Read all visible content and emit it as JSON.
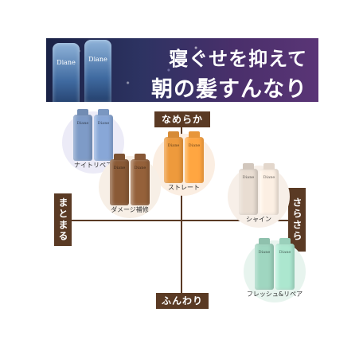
{
  "banner": {
    "line1": "寝ぐせを抑えて",
    "line2": "朝の髪すんなり",
    "bottle_brand": "Diane"
  },
  "axes": {
    "top": "なめらか",
    "bottom": "ふんわり",
    "left": "まとまる",
    "right": "さらさら"
  },
  "products": [
    {
      "name": "ナイトリペア",
      "circle_color": "#ecebf7",
      "bottle_color": "#7e9bc7",
      "brand": "Diane"
    },
    {
      "name": "ストレート",
      "circle_color": "#fbeee2",
      "bottle_color": "#ee9a3c",
      "brand": "Diane"
    },
    {
      "name": "ダメージ補修",
      "circle_color": "#f7efe6",
      "bottle_color": "#8a5a36",
      "brand": "Diane"
    },
    {
      "name": "シャイン",
      "circle_color": "#f7efe8",
      "bottle_color": "#e9ddd2",
      "brand": "Diane"
    },
    {
      "name": "フレッシュ&リペア",
      "circle_color": "#e7f4ee",
      "bottle_color": "#9fd6c0",
      "brand": "Diane"
    }
  ]
}
